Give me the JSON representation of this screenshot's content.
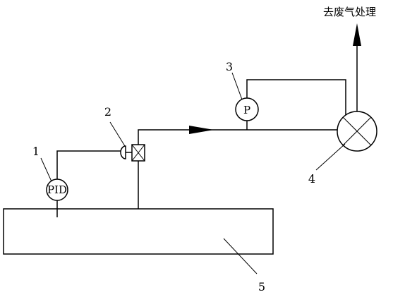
{
  "labels": {
    "destination": "去废气处理",
    "pid_text": "PID",
    "pressure_text": "P"
  },
  "callouts": {
    "pid_sensor": "1",
    "regulating_valve": "2",
    "pressure_gauge": "3",
    "blower": "4",
    "tank": "5"
  }
}
